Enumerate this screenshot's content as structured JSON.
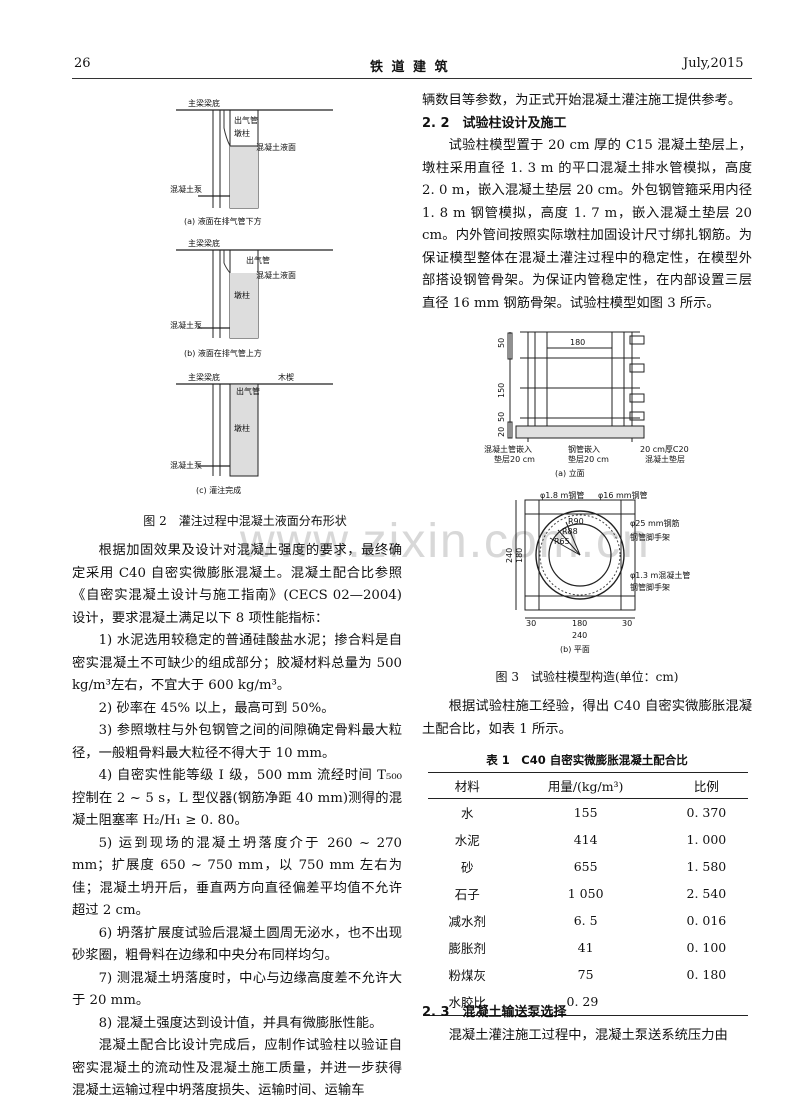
{
  "header": {
    "page_number": "26",
    "journal": "铁 道 建 筑",
    "date": "July,2015"
  },
  "watermark": "www.zixin.com.cn",
  "figure2": {
    "caption": "图 2　灌注过程中混凝土液面分布形状",
    "a": {
      "beam": "主梁梁底",
      "vent": "出气管",
      "pier": "墩柱",
      "level": "混凝土液面",
      "pump": "混凝土泵",
      "sub": "(a) 液面在排气管下方"
    },
    "b": {
      "beam": "主梁梁底",
      "vent": "出气管",
      "level": "混凝土液面",
      "pier": "墩柱",
      "pump": "混凝土泵",
      "sub": "(b) 液面在排气管上方"
    },
    "c": {
      "beam": "主梁梁底",
      "wedge": "木楔",
      "vent": "出气管",
      "pier": "墩柱",
      "pump": "混凝土泵",
      "sub": "(c) 灌注完成"
    }
  },
  "left": {
    "p1": "根据加固效果及设计对混凝土强度的要求，最终确定采用 C40 自密实微膨胀混凝土。混凝土配合比参照《自密实混凝土设计与施工指南》(CECS 02—2004)设计，要求混凝土满足以下 8 项性能指标：",
    "items": [
      "1) 水泥选用较稳定的普通硅酸盐水泥；掺合料是自密实混凝土不可缺少的组成部分；胶凝材料总量为 500 kg/m³左右，不宜大于 600 kg/m³。",
      "2) 砂率在 45% 以上，最高可到 50%。",
      "3) 参照墩柱与外包钢管之间的间隙确定骨料最大粒径，一般粗骨料最大粒径不得大于 10 mm。",
      "4) 自密实性能等级 Ⅰ 级，500 mm 流经时间 T₅₀₀ 控制在 2 ~ 5 s，L 型仪器(钢筋净距 40 mm)测得的混凝土阻塞率 H₂/H₁ ≥ 0. 80。",
      "5) 运到现场的混凝土坍落度介于 260 ~ 270 mm；扩展度 650 ~ 750 mm，以 750 mm 左右为佳；混凝土坍开后，垂直两方向直径偏差平均值不允许超过 2 cm。",
      "6) 坍落扩展度试验后混凝土圆周无泌水，也不出现砂浆圈，粗骨料在边缘和中央分布同样均匀。",
      "7) 测混凝土坍落度时，中心与边缘高度差不允许大于 20 mm。",
      "8) 混凝土强度达到设计值，并具有微膨胀性能。"
    ],
    "p2": "混凝土配合比设计完成后，应制作试验柱以验证自密实混凝土的流动性及混凝土施工质量，并进一步获得混凝土运输过程中坍落度损失、运输时间、运输车"
  },
  "right": {
    "p0": "辆数目等参数，为正式开始混凝土灌注施工提供参考。",
    "sec22": "2. 2　试验柱设计及施工",
    "p1": "试验柱模型置于 20 cm 厚的 C15 混凝土垫层上，墩柱采用直径 1. 3 m 的平口混凝土排水管模拟，高度 2. 0 m，嵌入混凝土垫层 20 cm。外包钢管箍采用内径 1. 8 m 钢管模拟，高度 1. 7 m，嵌入混凝土垫层 20 cm。内外管间按照实际墩柱加固设计尺寸绑扎钢筋。为保证模型整体在混凝土灌注过程中的稳定性，在模型外部搭设钢管骨架。为保证内管稳定性，在内部设置三层直径 16 mm 钢筋骨架。试验柱模型如图 3 所示。",
    "p2": "根据试验柱施工经验，得出 C40 自密实微膨胀混凝土配合比，如表 1 所示。",
    "sec23": "2. 3　混凝土输送泵选择",
    "p3": "混凝土灌注施工过程中，混凝土泵送系统压力由"
  },
  "figure3": {
    "caption": "图 3　试验柱模型构造(单位：cm)",
    "elev": {
      "d50a": "50",
      "d150": "150",
      "d50b": "50",
      "d20": "20",
      "w180": "180",
      "lab1": "混凝土管嵌入",
      "lab1b": "垫层20 cm",
      "lab2": "钢管嵌入",
      "lab2b": "垫层20 cm",
      "lab3": "20 cm厚C20",
      "lab3b": "混凝土垫层",
      "sub": "(a) 立面"
    },
    "plan": {
      "steel18": "φ1.8 m钢管",
      "rebar16": "φ16 mm钢管",
      "rebar25": "φ25 mm钢筋",
      "scaffold1": "钢管脚手架",
      "r65": "R65",
      "r88": "R88",
      "r90": "R90",
      "pipe13": "φ1.3 m混凝土管",
      "scaffold2": "钢管脚手架",
      "d240": "240",
      "d180v": "180",
      "b30a": "30",
      "b180": "180",
      "b30b": "30",
      "b240": "240",
      "sub": "(b) 平面"
    }
  },
  "table1": {
    "caption": "表 1　C40 自密实微膨胀混凝土配合比",
    "headers": [
      "材料",
      "用量/(kg/m³)",
      "比例"
    ],
    "rows": [
      [
        "水",
        "155",
        "0. 370"
      ],
      [
        "水泥",
        "414",
        "1. 000"
      ],
      [
        "砂",
        "655",
        "1. 580"
      ],
      [
        "石子",
        "1 050",
        "2. 540"
      ],
      [
        "减水剂",
        "6. 5",
        "0. 016"
      ],
      [
        "膨胀剂",
        "41",
        "0. 100"
      ],
      [
        "粉煤灰",
        "75",
        "0. 180"
      ]
    ],
    "last": {
      "label": "水胶比",
      "value": "0. 29"
    }
  }
}
